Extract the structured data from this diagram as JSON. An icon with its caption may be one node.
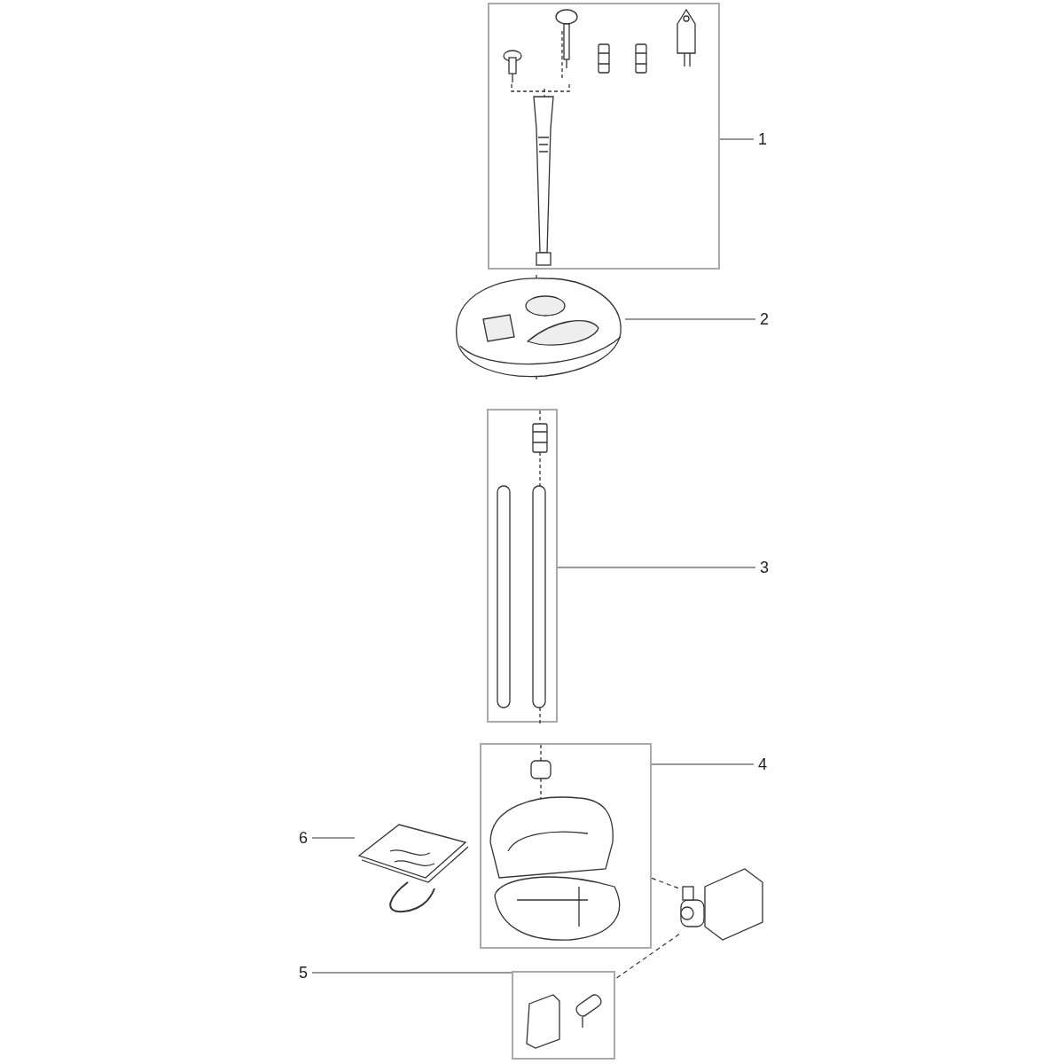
{
  "diagram": {
    "nodes": [
      {
        "text": [
          "1"
        ]
      },
      {
        "text": [],
        "shape": "box"
      },
      {
        "text": [
          "2"
        ]
      },
      {
        "text": [],
        "shape": "picture"
      },
      {
        "text": [
          "3"
        ]
      },
      {
        "text": [],
        "shape": "box"
      },
      {
        "text": [
          "4"
        ]
      },
      {
        "text": [],
        "shape": "box"
      },
      {
        "text": [
          "5"
        ]
      },
      {
        "text": [],
        "shape": "box"
      },
      {
        "text": [
          "6"
        ]
      },
      {
        "text": [],
        "shape": "picture"
      },
      {
        "text": [],
        "shape": "picture"
      }
    ],
    "edges": [
      {
        "from": 0,
        "to": 1,
        "arrow": "none"
      },
      {
        "from": 2,
        "to": 3,
        "arrow": "none"
      },
      {
        "from": 4,
        "to": 5,
        "arrow": "none"
      },
      {
        "from": 6,
        "to": 7,
        "arrow": "none"
      },
      {
        "from": 8,
        "to": 9,
        "arrow": "none"
      },
      {
        "from": 10,
        "to": 11,
        "arrow": "none"
      },
      {
        "from": 7,
        "to": 12,
        "arrow": "none",
        "style": "dashed"
      },
      {
        "from": 12,
        "to": 9,
        "arrow": "none",
        "style": "dashed"
      }
    ]
  }
}
